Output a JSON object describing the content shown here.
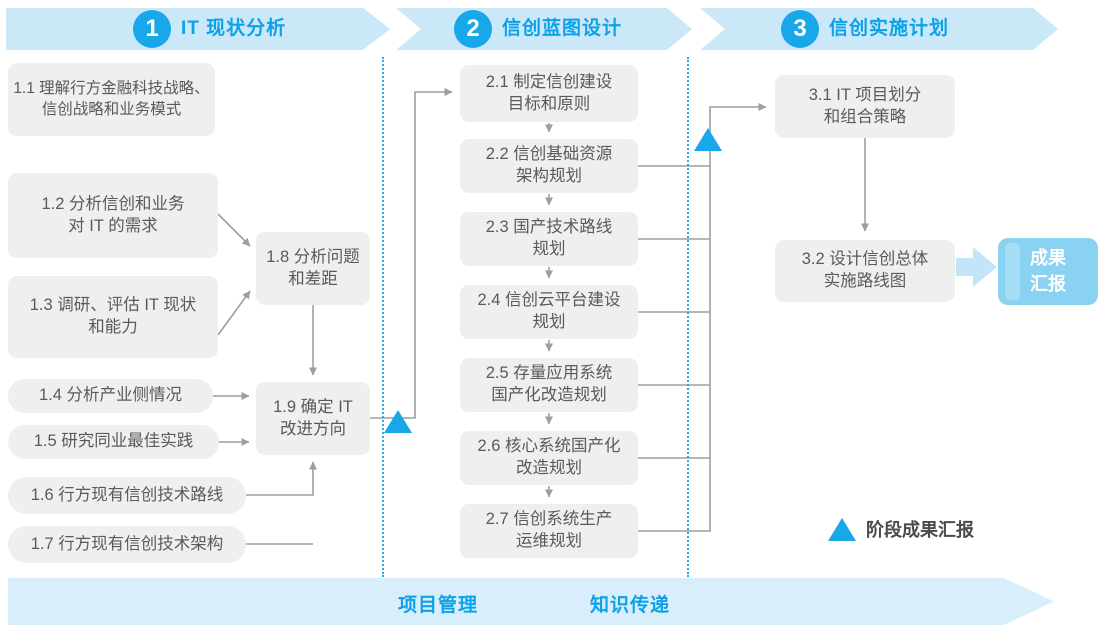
{
  "phases": [
    {
      "num": "1",
      "title": "IT 现状分析"
    },
    {
      "num": "2",
      "title": "信创蓝图设计"
    },
    {
      "num": "3",
      "title": "信创实施计划"
    }
  ],
  "stage1": {
    "b11": {
      "l1": "1.1 理解行方金融科技战略、",
      "l2": "信创战略和业务模式"
    },
    "b12": {
      "l1": "1.2 分析信创和业务",
      "l2": "对 IT 的需求"
    },
    "b13": {
      "l1": "1.3 调研、评估 IT 现状",
      "l2": "和能力"
    },
    "b14": {
      "l1": "1.4 分析产业侧情况"
    },
    "b15": {
      "l1": "1.5 研究同业最佳实践"
    },
    "b16": {
      "l1": "1.6 行方现有信创技术路线"
    },
    "b17": {
      "l1": "1.7 行方现有信创技术架构"
    },
    "b18": {
      "l1": "1.8 分析问题",
      "l2": "和差距"
    },
    "b19": {
      "l1": "1.9 确定 IT",
      "l2": "改进方向"
    }
  },
  "stage2": {
    "b21": {
      "l1": "2.1 制定信创建设",
      "l2": "目标和原则"
    },
    "b22": {
      "l1": "2.2 信创基础资源",
      "l2": "架构规划"
    },
    "b23": {
      "l1": "2.3 国产技术路线",
      "l2": "规划"
    },
    "b24": {
      "l1": "2.4 信创云平台建设",
      "l2": "规划"
    },
    "b25": {
      "l1": "2.5 存量应用系统",
      "l2": "国产化改造规划"
    },
    "b26": {
      "l1": "2.6 核心系统国产化",
      "l2": "改造规划"
    },
    "b27": {
      "l1": "2.7 信创系统生产",
      "l2": "运维规划"
    }
  },
  "stage3": {
    "b31": {
      "l1": "3.1 IT 项目划分",
      "l2": "和组合策略"
    },
    "b32": {
      "l1": "3.2 设计信创总体",
      "l2": "实施路线图"
    },
    "report": {
      "l1": "成果",
      "l2": "汇报"
    }
  },
  "legend": {
    "stage_report_label": "阶段成果汇报"
  },
  "footer": {
    "left_label": "项目管理",
    "right_label": "知识传递"
  },
  "colors": {
    "accent_blue": "#18a7e9",
    "header_text_blue": "#0da2e7",
    "ribbon_blue": "#cbe8f8",
    "box_gray": "#efefef",
    "box_text": "#595a5c",
    "connector_gray": "#9c9ea0",
    "dotted_divider_blue": "#29abe2",
    "report_box_blue": "#8ad2f2"
  }
}
